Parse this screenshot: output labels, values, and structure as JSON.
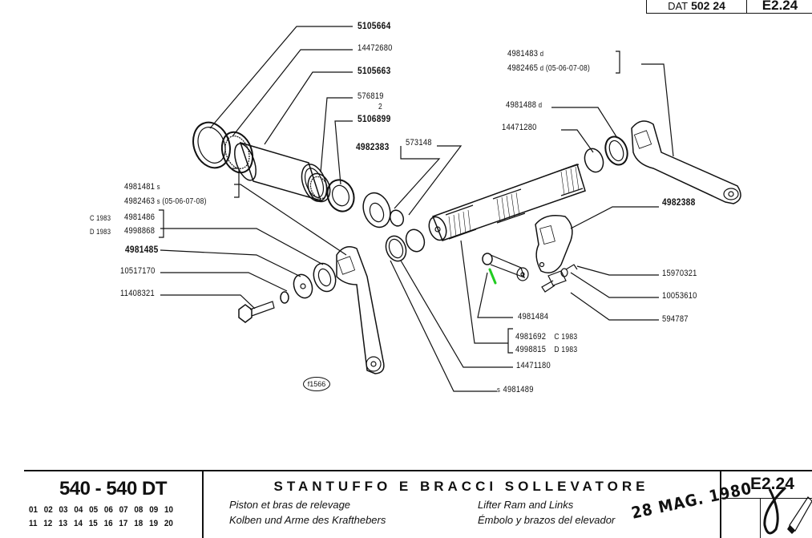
{
  "header": {
    "dat_prefix": "DAT",
    "dat_number": "502 24",
    "page_code": "E2.24"
  },
  "callouts": {
    "p5105664": "5105664",
    "p14472680": "14472680",
    "p5105663": "5105663",
    "p576819": "576819",
    "p5106899": "5106899",
    "p5106899_annotation": "2",
    "p4982383": "4982383",
    "p573148": "573148",
    "p4981481": "4981481",
    "p4981481_sfx": "s",
    "p4982463": "4982463",
    "p4982463_sfx": "s",
    "p4982463_note": "(05-06-07-08)",
    "p4981486": "4981486",
    "p4981486_pre": "C 1983",
    "p4998868": "4998868",
    "p4998868_pre": "D 1983",
    "p4981485": "4981485",
    "p10517170": "10517170",
    "p11408321": "11408321",
    "p4981483": "4981483",
    "p4981483_sfx": "d",
    "p4982465": "4982465",
    "p4982465_sfx": "d",
    "p4982465_note": "(05-06-07-08)",
    "p4981488": "4981488",
    "p4981488_sfx": "d",
    "p14471280": "14471280",
    "p4982388": "4982388",
    "p15970321": "15970321",
    "p10053610": "10053610",
    "p594787": "594787",
    "p4981484": "4981484",
    "p4981692": "4981692",
    "p4981692_sfx": "C 1983",
    "p4998815": "4998815",
    "p4998815_sfx": "D 1983",
    "p14471180": "14471180",
    "p4981489": "4981489",
    "p4981489_pre": "s"
  },
  "figure_label": "f1566",
  "footer": {
    "model": "540 - 540 DT",
    "years_row1": [
      "01",
      "02",
      "03",
      "04",
      "05",
      "06",
      "07",
      "08",
      "09",
      "10"
    ],
    "years_row2": [
      "11",
      "12",
      "13",
      "14",
      "15",
      "16",
      "17",
      "18",
      "19",
      "20"
    ],
    "title_it": "STANTUFFO E BRACCI SOLLEVATORE",
    "subtitle_fr": "Piston et bras de relevage",
    "subtitle_de": "Kolben und Arme des Krafthebers",
    "subtitle_en": "Lifter Ram and Links",
    "subtitle_es": "Émbolo y brazos del elevador",
    "stamp_date": "28 MAG. 1980",
    "page_code": "E2.24"
  },
  "colors": {
    "ink": "#111111",
    "highlight_mark": "#22cc22"
  }
}
